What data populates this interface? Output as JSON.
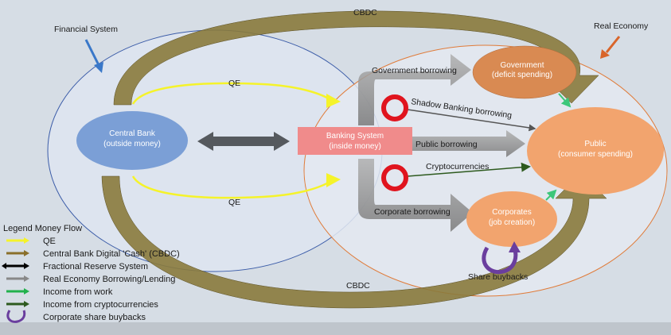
{
  "labels": {
    "financial_system": "Financial System",
    "real_economy": "Real Economy",
    "cbdc_top": "CBDC",
    "cbdc_bottom": "CBDC",
    "qe_top": "QE",
    "qe_bottom": "QE",
    "government_borrowing": "Government borrowing",
    "shadow_banking_borrowing": "Shadow Banking borrowing",
    "public_borrowing": "Public borrowing",
    "cryptocurrencies": "Cryptocurrencies",
    "corporate_borrowing": "Corporate borrowing",
    "share_buybacks": "Share buybacks"
  },
  "nodes": {
    "central_bank": {
      "title": "Central Bank",
      "subtitle": "(outside money)",
      "color": "#7b9fd6"
    },
    "banking_system": {
      "title": "Banking System",
      "subtitle": "(inside money)",
      "color": "#f08b8b"
    },
    "government": {
      "title": "Government",
      "subtitle": "(deficit spending)",
      "color": "#d98a52"
    },
    "public": {
      "title": "Public",
      "subtitle": "(consumer spending)",
      "color": "#f2a46e"
    },
    "corporates": {
      "title": "Corporates",
      "subtitle": "(job creation)",
      "color": "#f2a46e"
    }
  },
  "legend": {
    "title": "Legend Money Flow",
    "items": [
      {
        "label": "QE",
        "color": "#f5f32a"
      },
      {
        "label": "Central Bank Digital 'Cash' (CBDC)",
        "color": "#8a6f2a"
      },
      {
        "label": "Fractional Reserve System",
        "color": "#000000"
      },
      {
        "label": "Real Economy Borrowing/Lending",
        "color": "#888888"
      },
      {
        "label": "Income from work",
        "color": "#22b14c"
      },
      {
        "label": "Income from cryptocurrencies",
        "color": "#2d5a1e"
      },
      {
        "label": "Corporate share buybacks",
        "color": "#6a3e9e"
      }
    ]
  },
  "colors": {
    "financial_ellipse_border": "#3b5ca8",
    "real_economy_border": "#e07b39",
    "cbdc_arrow": "#8a7a3c",
    "gray_arrow": "#8c8c8c",
    "red_ring": "#e0141e",
    "blue_pointer": "#3a78c9",
    "orange_pointer": "#d9652a"
  }
}
